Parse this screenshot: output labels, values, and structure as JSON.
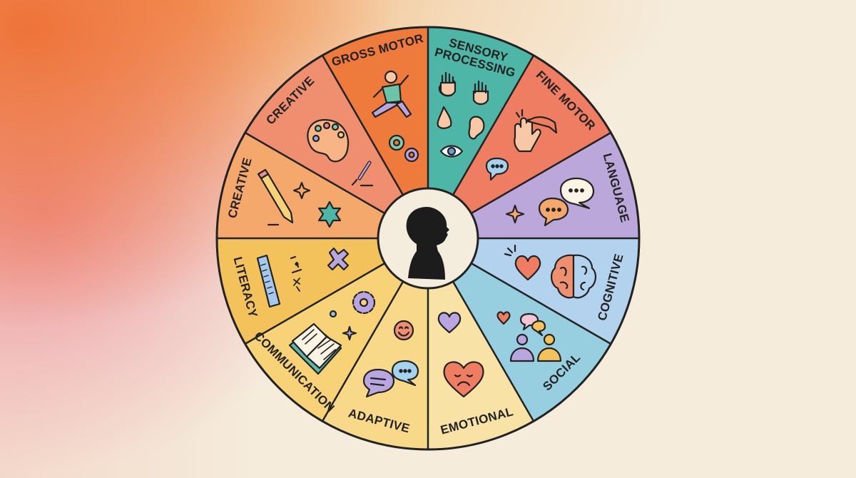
{
  "diagram": {
    "title": "",
    "center": {
      "icon": "child-silhouette-icon",
      "fill": "#f4ecdd"
    },
    "segments": [
      {
        "label": "SENSORY PROCESSING",
        "label_lines": [
          "SENSORY",
          "PROCESSING"
        ],
        "color": "#4db6a6",
        "icons": [
          "hand-icon",
          "hand-icon",
          "nose-icon",
          "ear-icon",
          "eye-icon"
        ]
      },
      {
        "label": "FINE MOTOR",
        "label_lines": [
          "FINE MOTOR"
        ],
        "color": "#ee7d62",
        "icons": [
          "pinching-hand-icon",
          "speech-bubble-icon"
        ]
      },
      {
        "label": "LANGUAGE",
        "label_lines": [
          "LANGUAGE"
        ],
        "color": "#bba7d9",
        "icons": [
          "speech-bubbles-icon",
          "sparkle-icon"
        ]
      },
      {
        "label": "COGNITIVE",
        "label_lines": [
          "COGNITIVE"
        ],
        "color": "#b3d2ee",
        "icons": [
          "heart-icon",
          "brain-icon"
        ]
      },
      {
        "label": "SOCIAL",
        "label_lines": [
          "SOCIAL"
        ],
        "color": "#98cfe0",
        "icons": [
          "heart-icon",
          "chat-bubbles-icon",
          "two-people-icon"
        ]
      },
      {
        "label": "EMOTIONAL",
        "label_lines": [
          "EMOTIONAL"
        ],
        "color": "#f8e2a6",
        "icons": [
          "heart-icon",
          "sad-heart-icon"
        ]
      },
      {
        "label": "ADAPTIVE",
        "label_lines": [
          "ADAPTIVE"
        ],
        "color": "#f8d98a",
        "icons": [
          "smiley-icon",
          "chat-bubbles-icon"
        ]
      },
      {
        "label": "COMMUNICATION",
        "label_lines": [
          "COMMUNICATION"
        ],
        "color": "#f7d277",
        "icons": [
          "gear-icon",
          "dot-icon",
          "sparkle-icon",
          "open-book-icon"
        ]
      },
      {
        "label": "LITERACY",
        "label_lines": [
          "LITERACY"
        ],
        "color": "#f4c25a",
        "icons": [
          "ruler-icon",
          "math-symbols-icon",
          "plus-icon"
        ]
      },
      {
        "label": "CREATIVE",
        "label_lines": [
          "CREATIVE"
        ],
        "color": "#f5a86c",
        "icons": [
          "pencil-icon",
          "sparkle-icon",
          "star-icon"
        ]
      },
      {
        "label": "CREATIVE",
        "label_lines": [
          "CREATIVE"
        ],
        "color": "#ef8f70",
        "icons": [
          "paint-palette-icon",
          "paintbrush-icon"
        ]
      },
      {
        "label": "GROSS MOTOR",
        "label_lines": [
          "GROSS MOTOR"
        ],
        "color": "#ee7a3c",
        "icons": [
          "running-child-icon",
          "gears-icon"
        ]
      }
    ]
  }
}
